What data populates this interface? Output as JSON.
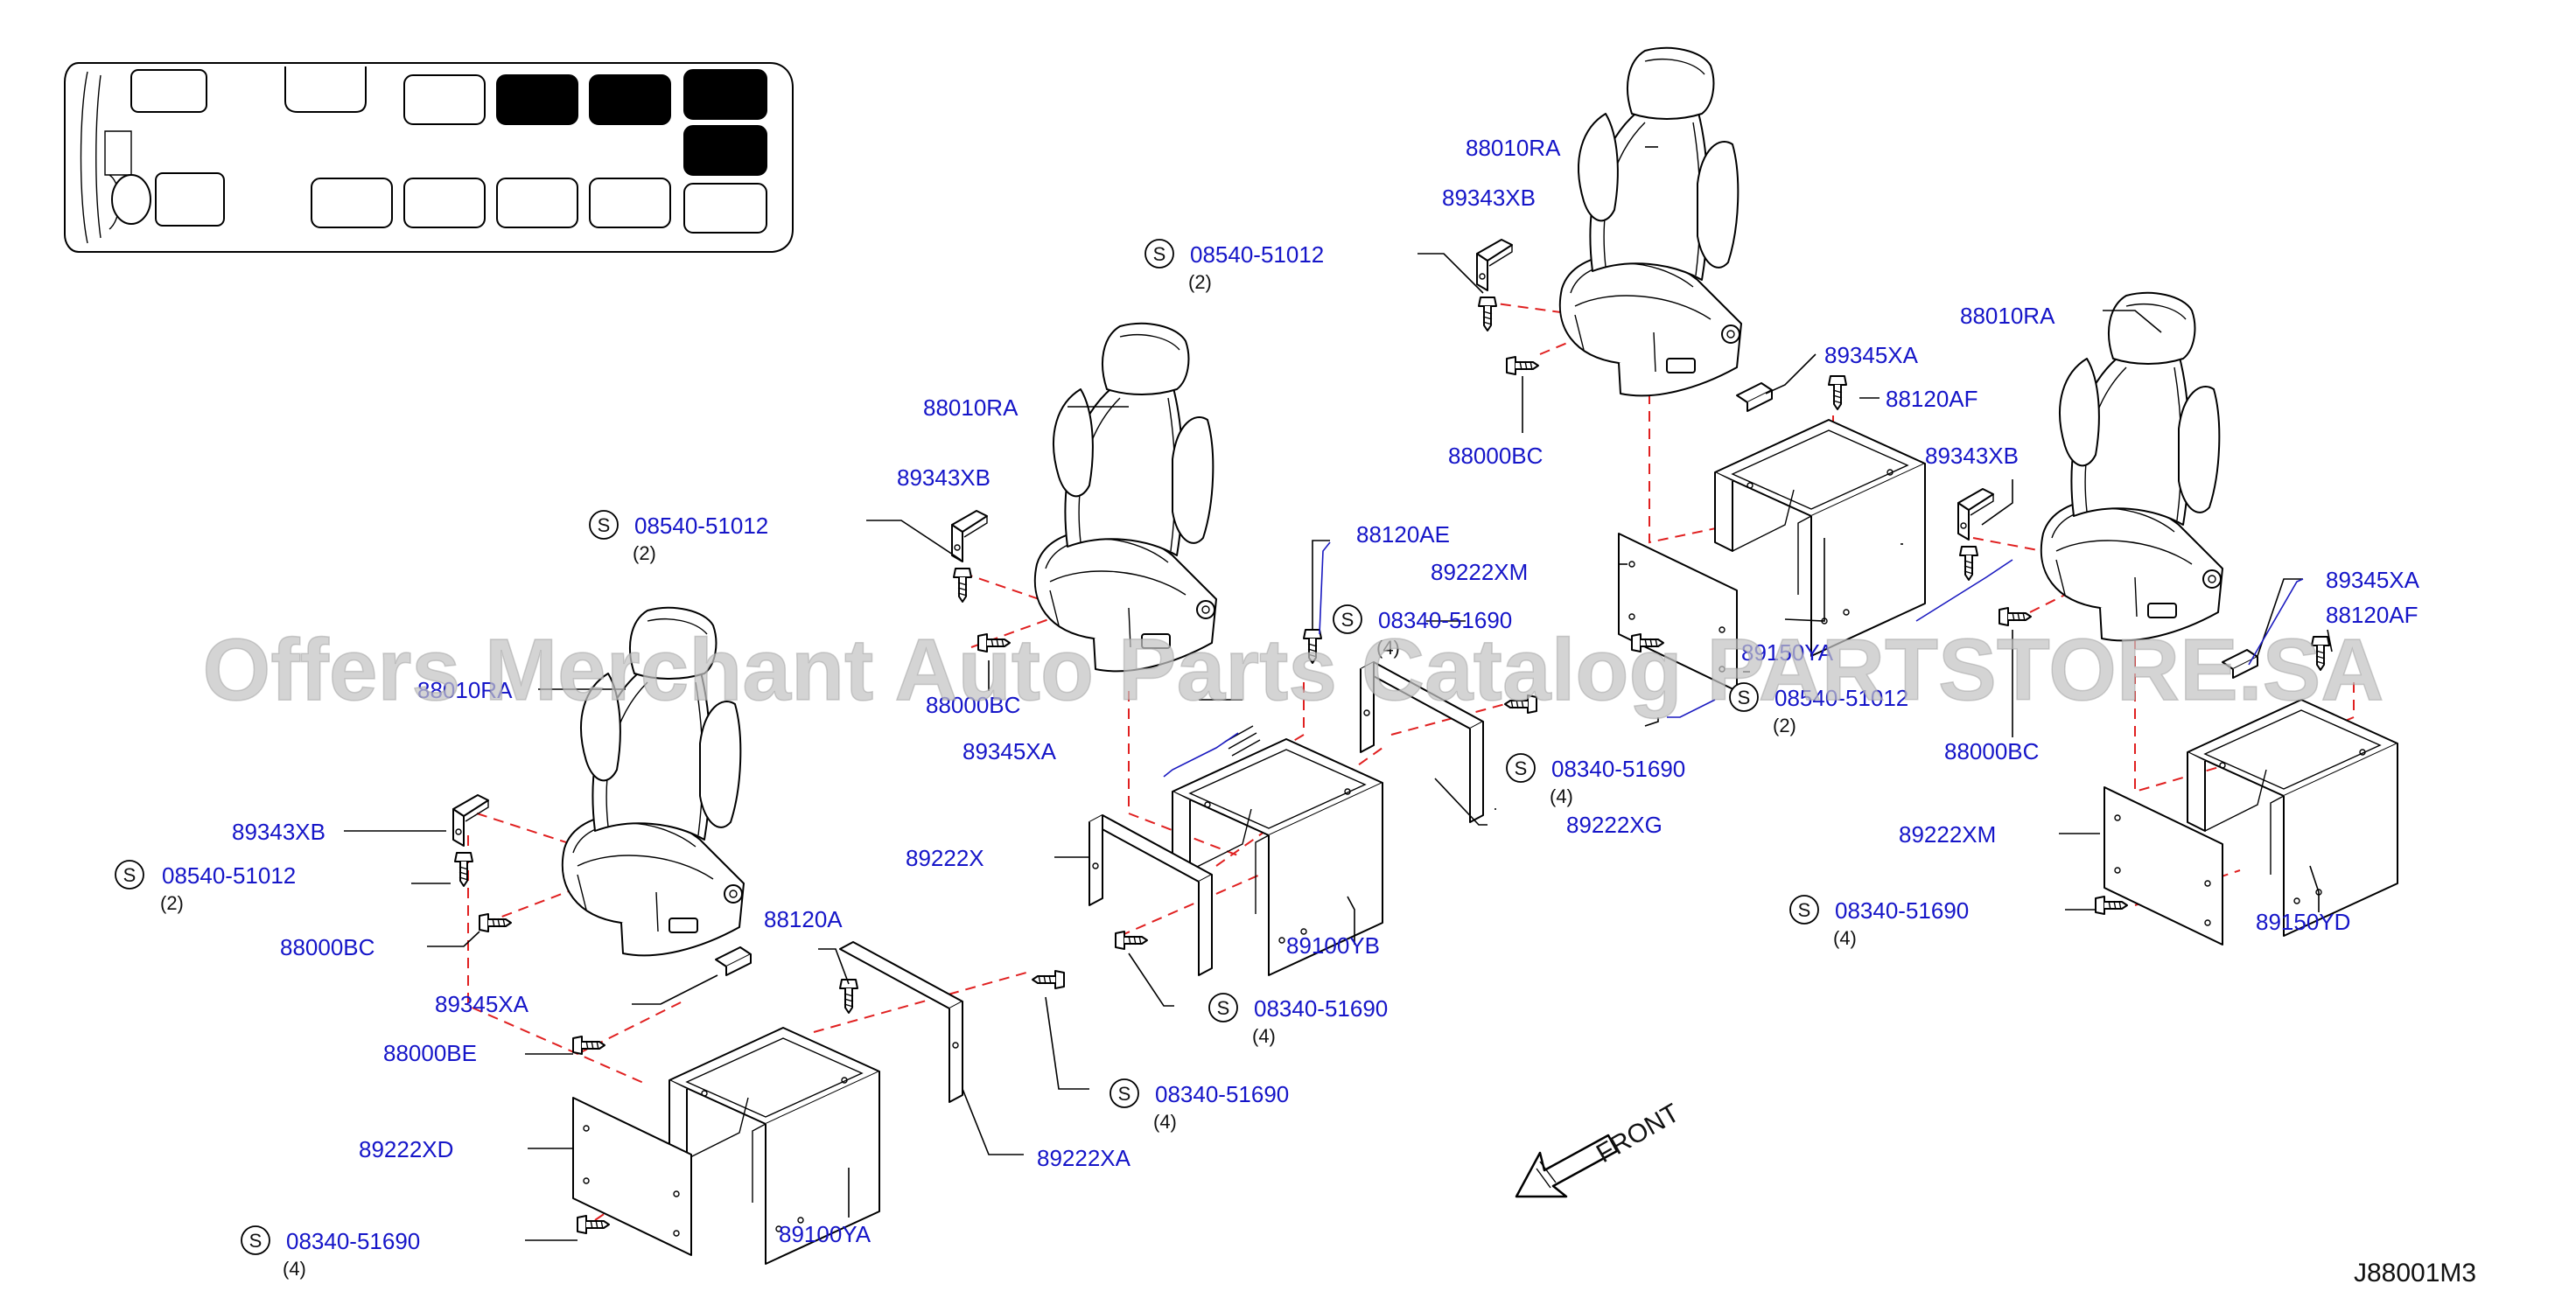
{
  "diagram_code": "J88001M3",
  "front_label": "FRONT",
  "watermark": "Offers Merchant Auto Parts Catalog PARTSTORE.SA",
  "colors": {
    "part_number": "#1515c8",
    "dash_line": "#e02020",
    "watermark": "#c4c4c4"
  },
  "seat_map": {
    "highlighted_seats": 4,
    "total_seat_positions": 13
  },
  "screw_symbol": "S",
  "labels": {
    "a_88010RA": "88010RA",
    "a_89343XB": "89343XB",
    "a_08540_51012": "08540-51012",
    "a_08540_51012_qty": "(2)",
    "a_88000BC": "88000BC",
    "a_89345XA": "89345XA",
    "a_88000BE": "88000BE",
    "a_88120A": "88120A",
    "a_89222XD": "89222XD",
    "a_08340_51690_d": "08340-51690",
    "a_08340_51690_d_qty": "(4)",
    "a_89100YA": "89100YA",
    "a_89222XA": "89222XA",
    "a_08340_51690_xa": "08340-51690",
    "a_08340_51690_xa_qty": "(4)",
    "a_08540_51012_top": "08540-51012",
    "a_08540_51012_top_qty": "(2)",
    "b_08540_51012": "08540-51012",
    "b_08540_51012_qty": "(2)",
    "b_88010RA": "88010RA",
    "b_89343XB": "89343XB",
    "b_88120AE": "88120AE",
    "b_88000BC": "88000BC",
    "b_89345XA": "89345XA",
    "b_08340_51690_top": "08340-51690",
    "b_08340_51690_top_qty": "(4)",
    "b_89222XM": "89222XM",
    "b_08340_51690_mid": "08340-51690",
    "b_08340_51690_mid_qty": "(4)",
    "b_89222XG": "89222XG",
    "b_89222X": "89222X",
    "b_89100YB": "89100YB",
    "b_08340_51690_bot": "08340-51690",
    "b_08340_51690_bot_qty": "(4)",
    "c_88010RA": "88010RA",
    "c_89343XB": "89343XB",
    "c_89345XA": "89345XA",
    "c_88120AF": "88120AF",
    "c_88000BC": "88000BC",
    "c_89150YA": "89150YA",
    "c_08540_51012": "08540-51012",
    "c_08540_51012_qty": "(2)",
    "d_88010RA": "88010RA",
    "d_89343XB": "89343XB",
    "d_89345XA": "89345XA",
    "d_88120AF": "88120AF",
    "d_88000BC": "88000BC",
    "d_89222XM": "89222XM",
    "d_08340_51690": "08340-51690",
    "d_08340_51690_qty": "(4)",
    "d_89150YD": "89150YD"
  }
}
